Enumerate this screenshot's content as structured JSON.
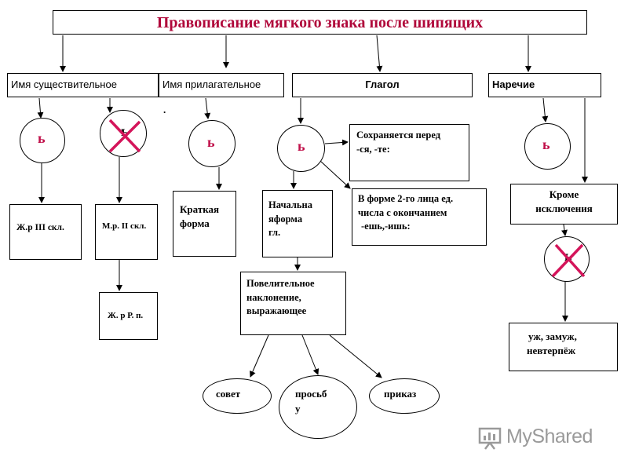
{
  "title": "Правописание мягкого знака после шипящих",
  "soft_sign": "ь",
  "headers": {
    "noun": "Имя существительное",
    "adjective": "Имя прилагательное",
    "verb": "Глагол",
    "adverb": "Наречие"
  },
  "noun": {
    "fem3": "Ж.р III скл.",
    "masc2": "М.р. II скл.",
    "fem_gen_pl": "Ж. р Р. п."
  },
  "adjective": {
    "dot": ".",
    "short_line1": "Краткая",
    "short_line2": "форма"
  },
  "verb": {
    "reflexive_line1": "Сохраняется перед",
    "reflexive_line2": "-ся, -те:",
    "second_person_line1": "В форме 2-го лица ед.",
    "second_person_line2": "числа с окончанием",
    "second_person_line3": "-ешь,-ишь:",
    "infinitive_line1": "Начальна",
    "infinitive_line2": "яформа",
    "infinitive_line3": "гл.",
    "imperative_line1": "Повелительное",
    "imperative_line2": "наклонение,",
    "imperative_line3": "выражающее",
    "advice": "совет",
    "request_line1": "просьб",
    "request_line2": "у",
    "order": "приказ"
  },
  "adverb": {
    "except_line1": "Кроме",
    "except_line2": "исключения",
    "examples_line1": "уж, замуж,",
    "examples_line2": "невтерпёж"
  },
  "watermark": "MyShared",
  "colors": {
    "title": "#b0073a",
    "soft_sign": "#c0104a",
    "cross": "#d4145a",
    "watermark": "#9a9a9a"
  }
}
